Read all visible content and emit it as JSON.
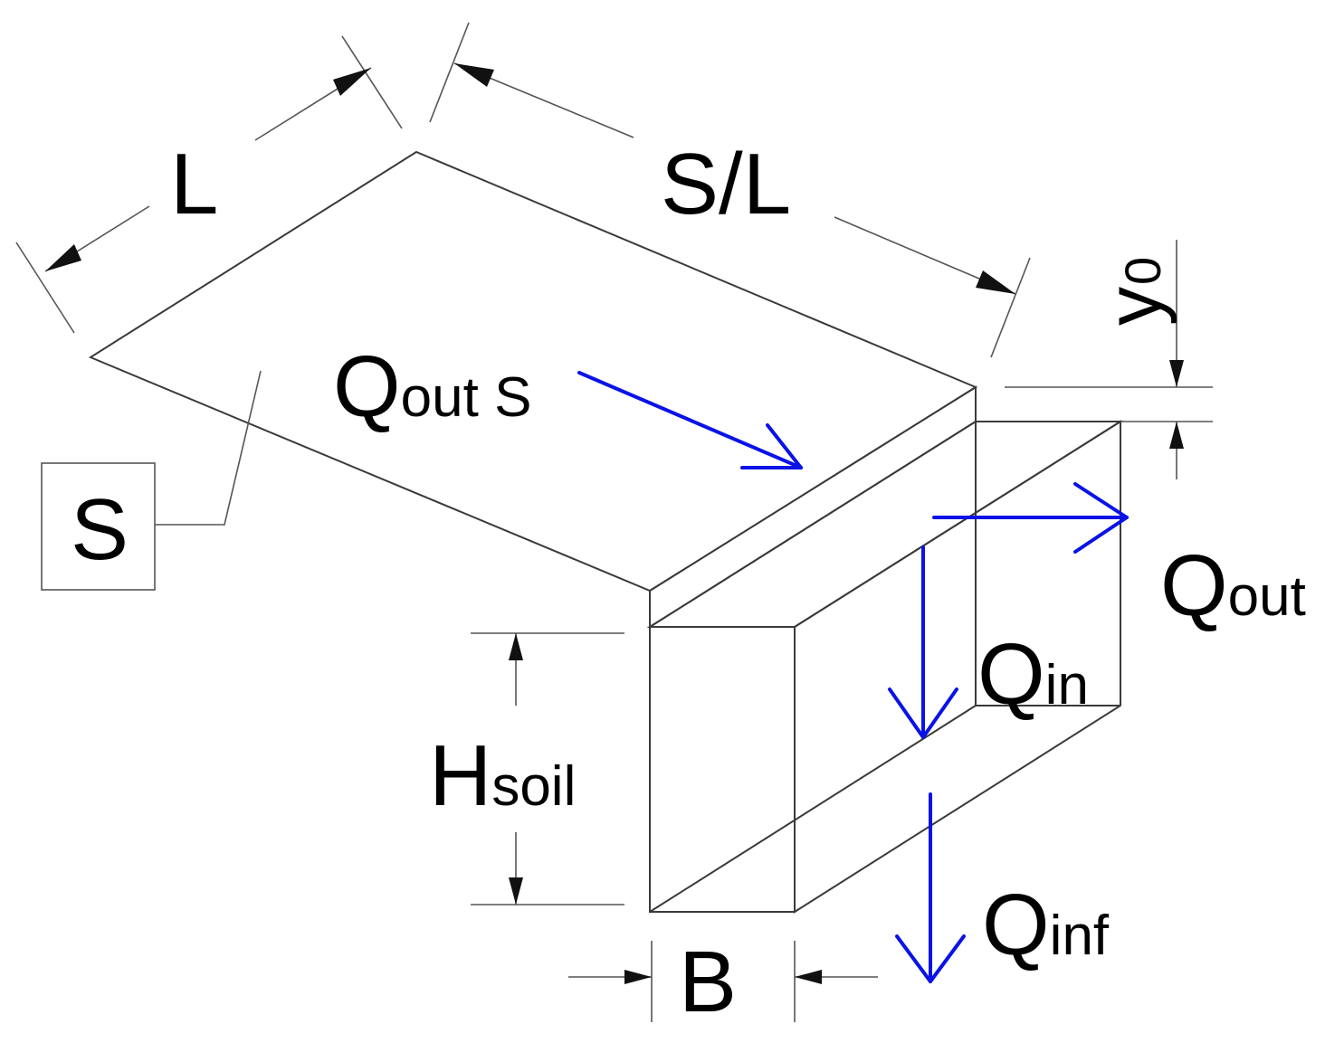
{
  "labels": {
    "L": "L",
    "SL": "S/L",
    "S": "S",
    "y0_main": "y",
    "y0_sub": "0",
    "Hsoil_main": "H",
    "Hsoil_sub": "soil",
    "B": "B",
    "QoutS_main": "Q",
    "QoutS_sub": "out S",
    "Qout_main": "Q",
    "Qout_sub": "out",
    "Qin_main": "Q",
    "Qin_sub": "in",
    "Qinf_main": "Q",
    "Qinf_sub": "inf"
  },
  "colors": {
    "flow_arrow": "#0a12e6",
    "outline": "#3a3a3a",
    "gravel": "#8a8a8a"
  }
}
